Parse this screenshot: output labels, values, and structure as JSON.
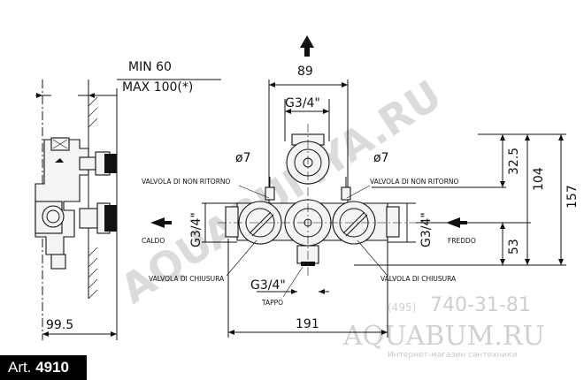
{
  "dimensions": {
    "min": "MIN 60",
    "max": "MAX 100(*)",
    "side_width": "99.5",
    "top_width": "89",
    "thread_top": "G3/4\"",
    "dia_left": "ø7",
    "dia_right": "ø7",
    "right_a": "32.5",
    "right_b": "104",
    "right_c": "157",
    "right_d": "53",
    "thread_left": "G3/4\"",
    "thread_right": "G3/4\"",
    "thread_bottom": "G3/4\"",
    "bottom_width": "191"
  },
  "labels": {
    "nrv_left": "VALVOLA DI NON RITORNO",
    "nrv_right": "VALVOLA DI NON RITORNO",
    "hot": "CALDO",
    "cold": "FREDDO",
    "shutoff_left": "VALVOLA DI CHIUSURA",
    "shutoff_right": "VALVOLA DI CHIUSURA",
    "plug": "TAPPO"
  },
  "watermark": {
    "diagonal": "AQUABUMYA.RU",
    "phone_code": "(495)",
    "phone": "740-31-81",
    "site": "AQUABUM.RU",
    "tagline": "Интернет-магазин сантехники"
  },
  "badge": {
    "prefix": "Art.",
    "number": "4910"
  }
}
